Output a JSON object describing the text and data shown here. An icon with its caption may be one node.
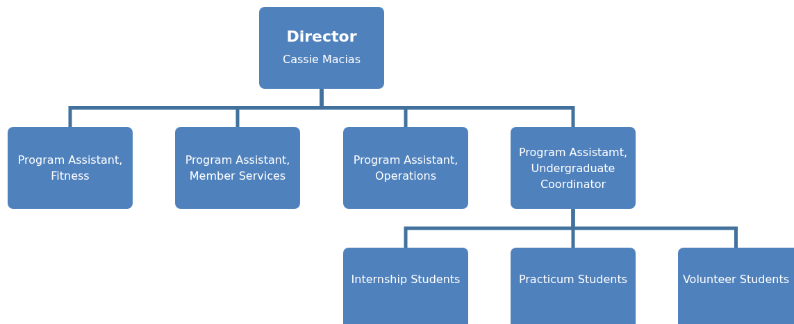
{
  "diagram": {
    "nodes": [
      {
        "text": [
          "Director",
          "Cassie Macias"
        ]
      },
      {
        "text": [
          "Program Assistant, Fitness"
        ]
      },
      {
        "text": [
          "Program Assistant, Member Services"
        ]
      },
      {
        "text": [
          "Program Assistant, Operations"
        ]
      },
      {
        "text": [
          "Program Assistamt, Undergraduate Coordinator"
        ]
      },
      {
        "text": [
          "Internship Students"
        ]
      },
      {
        "text": [
          "Practicum Students"
        ]
      },
      {
        "text": [
          "Volunteer Students"
        ]
      }
    ],
    "edges": [
      {
        "from": 0,
        "to": 1,
        "arrow": "none"
      },
      {
        "from": 0,
        "to": 2,
        "arrow": "none"
      },
      {
        "from": 0,
        "to": 3,
        "arrow": "none"
      },
      {
        "from": 0,
        "to": 4,
        "arrow": "none"
      },
      {
        "from": 4,
        "to": 5,
        "arrow": "none"
      },
      {
        "from": 4,
        "to": 6,
        "arrow": "none"
      },
      {
        "from": 4,
        "to": 7,
        "arrow": "none"
      }
    ]
  }
}
